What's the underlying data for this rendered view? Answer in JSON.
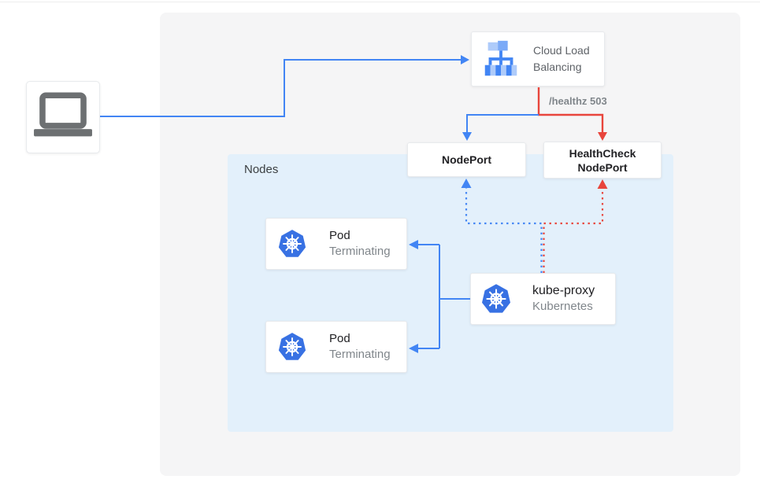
{
  "colors": {
    "blue": "#4285f4",
    "red": "#e8453c",
    "panel_bg": "#f5f5f6",
    "nodes_bg": "#e3f0fb",
    "card_bg": "#ffffff",
    "card_border": "#e8eaed",
    "text_primary": "#212124",
    "text_secondary": "#80868b",
    "text_clb": "#5f6368",
    "text_label": "#3c4043",
    "laptop_gray": "#6d7072",
    "k8s_blue": "#3871e3",
    "clb_dark": "#4285f4",
    "clb_mid": "#7baaf7",
    "clb_light": "#aecbfa"
  },
  "nodes": {
    "client": {
      "icon": "laptop"
    },
    "load_balancer": {
      "label_line1": "Cloud Load",
      "label_line2": "Balancing"
    },
    "nodeport": {
      "label": "NodePort"
    },
    "healthcheck_nodeport": {
      "label_line1": "HealthCheck",
      "label_line2": "NodePort"
    },
    "nodes_group": {
      "label": "Nodes"
    },
    "pod1": {
      "title": "Pod",
      "subtitle": "Terminating"
    },
    "pod2": {
      "title": "Pod",
      "subtitle": "Terminating"
    },
    "kube_proxy": {
      "title": "kube-proxy",
      "subtitle": "Kubernetes"
    }
  },
  "edges": {
    "health_check_label": "/healthz 503"
  }
}
